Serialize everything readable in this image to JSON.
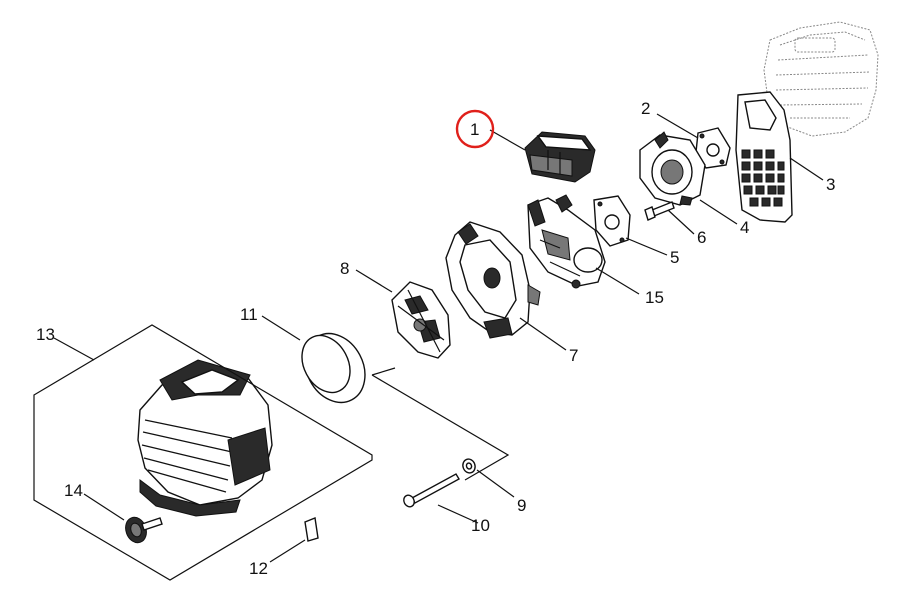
{
  "labels": {
    "p1": "1",
    "p2": "2",
    "p3": "3",
    "p4": "4",
    "p5": "5",
    "p6": "6",
    "p7": "7",
    "p8": "8",
    "p9": "9",
    "p10": "10",
    "p11": "11",
    "p12": "12",
    "p13": "13",
    "p14": "14",
    "p15": "15"
  },
  "highlight": {
    "part": "1",
    "color": "#e0201b"
  },
  "colors": {
    "line": "#111111",
    "part_dark": "#2a2a2a",
    "part_mid": "#777777",
    "engine_ghost": "#888888"
  }
}
